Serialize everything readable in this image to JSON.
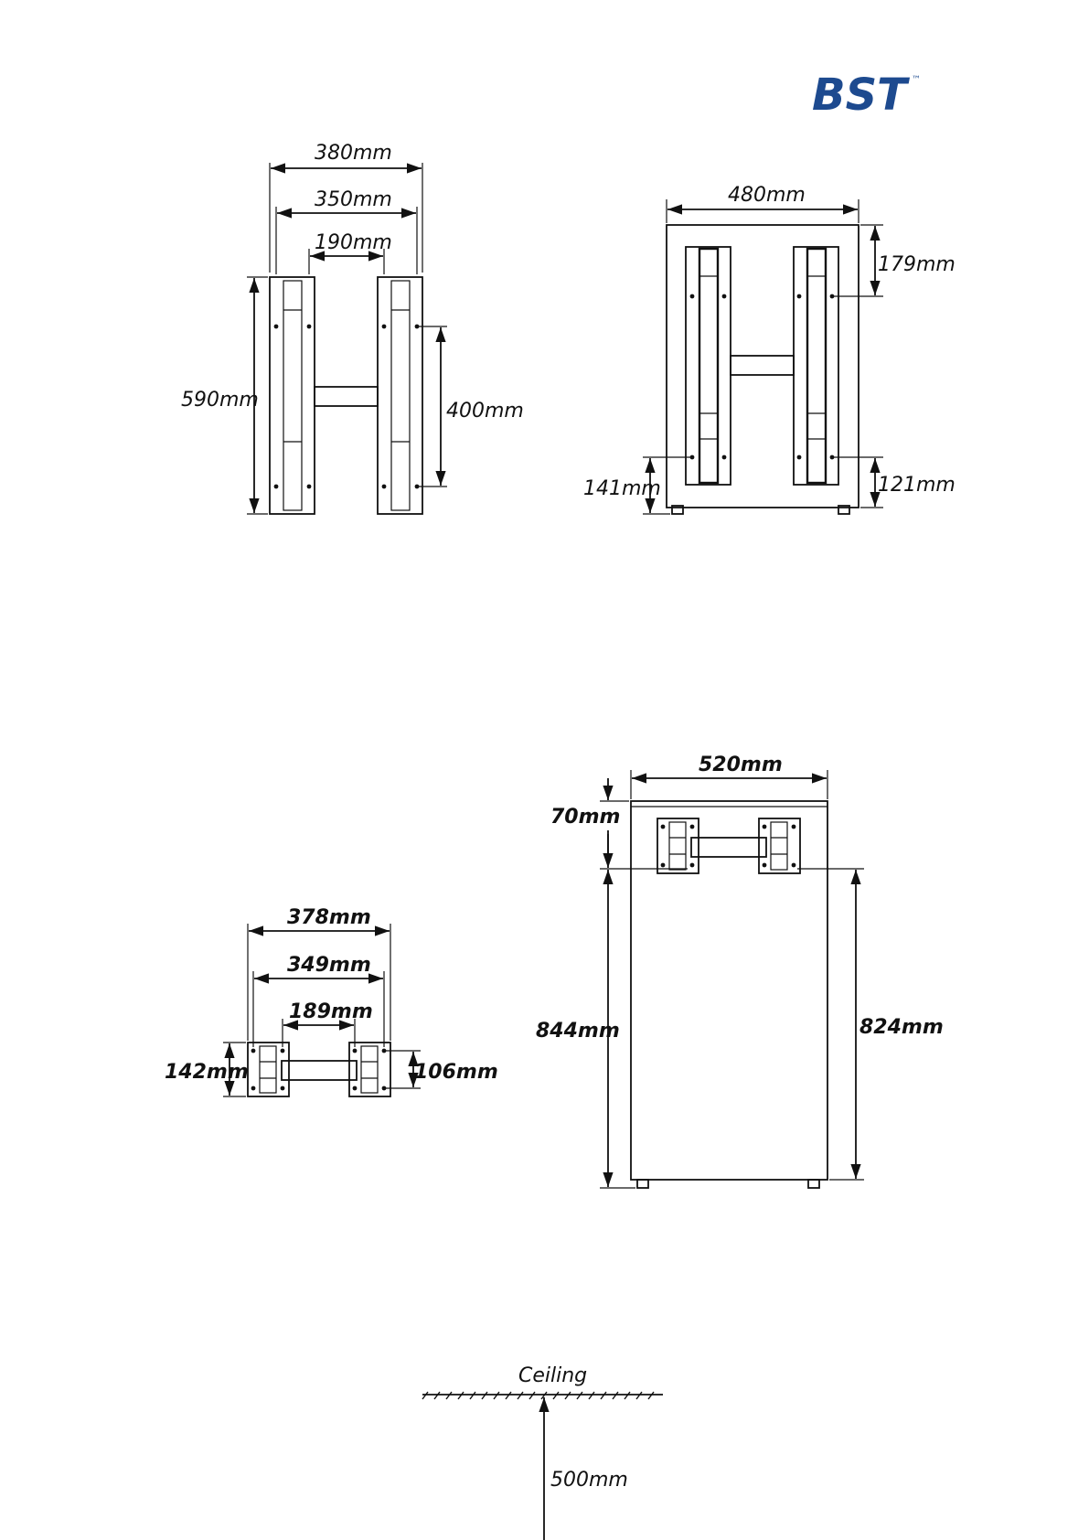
{
  "logo": {
    "text": "BST",
    "mark": "™",
    "color": "#1d4a8f"
  },
  "views": {
    "bracket_front": {
      "overall_width": "380mm",
      "rail_span": "350mm",
      "inner_gap": "190mm",
      "height": "590mm",
      "hole_spacing": "400mm"
    },
    "cabinet_back": {
      "width": "480mm",
      "top_offset": "179mm",
      "bottom_offset_left": "141mm",
      "bottom_offset_right": "121mm"
    },
    "bracket_top": {
      "overall_width": "378mm",
      "rail_span": "349mm",
      "inner_gap": "189mm",
      "depth": "142mm",
      "inner_depth": "106mm"
    },
    "cabinet_side": {
      "width": "520mm",
      "top_offset": "70mm",
      "left_height": "844mm",
      "right_height": "824mm"
    },
    "installation": {
      "ceiling_label": "Ceiling",
      "clearance": "500mm"
    }
  }
}
